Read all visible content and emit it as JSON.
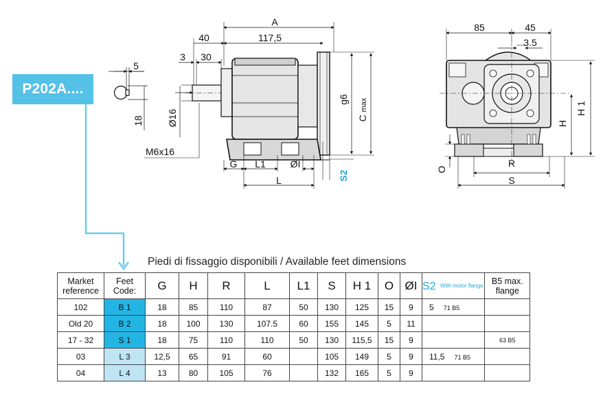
{
  "product_code": "P202A....",
  "table_title": "Piedi di fissaggio disponibili / Available feet dimensions",
  "accent_color": "#22b5e4",
  "light_accent_color": "#bfe5f5",
  "drawing_labels": {
    "A": "A",
    "d40": "40",
    "d117": "117,5",
    "d3": "3",
    "d30": "30",
    "d5": "5",
    "d18": "18",
    "d16": "Ø16",
    "m6": "M6x16",
    "g6": "g6",
    "cmax_c": "C",
    "cmax_max": "max",
    "G": "G",
    "L1": "L1",
    "phiI": "ØI",
    "L": "L",
    "S2": "S2",
    "d85": "85",
    "d45": "45",
    "d35": "3.5",
    "H1": "H 1",
    "H": "H",
    "O": "O",
    "R": "R",
    "S": "S"
  },
  "table": {
    "headers": {
      "market": "Market reference",
      "feet": "Feet Code:",
      "G": "G",
      "H": "H",
      "R": "R",
      "L": "L",
      "L1": "L1",
      "S": "S",
      "H1": "H 1",
      "O": "O",
      "phiI": "ØI",
      "S2": "S2",
      "S2_sub": "With motor flange",
      "B5": "B5 max. flange"
    },
    "rows": [
      {
        "market": "102",
        "feet": "B 1",
        "G": "18",
        "H": "85",
        "R": "110",
        "L": "87",
        "L1": "50",
        "S": "130",
        "H1": "125",
        "O": "15",
        "phiI": "9",
        "S2": "5",
        "S2_flange": "71 B5",
        "B5": ""
      },
      {
        "market": "Old  20",
        "feet": "B 2",
        "G": "18",
        "H": "100",
        "R": "130",
        "L": "107.5",
        "L1": "60",
        "S": "155",
        "H1": "145",
        "O": "5",
        "phiI": "11",
        "S2": "",
        "S2_flange": "",
        "B5": ""
      },
      {
        "market": "17 - 32",
        "feet": "S 1",
        "G": "18",
        "H": "75",
        "R": "110",
        "L": "110",
        "L1": "50",
        "S": "130",
        "H1": "115,5",
        "O": "15",
        "phiI": "9",
        "S2": "",
        "S2_flange": "",
        "B5": "63 B5"
      },
      {
        "market": "03",
        "feet": "L 3",
        "G": "12,5",
        "H": "65",
        "R": "91",
        "L": "60",
        "L1": "",
        "S": "105",
        "H1": "149",
        "O": "5",
        "phiI": "9",
        "S2": "11,5",
        "S2_flange": "71 B5",
        "B5": ""
      },
      {
        "market": "04",
        "feet": "L 4",
        "G": "13",
        "H": "80",
        "R": "105",
        "L": "76",
        "L1": "",
        "S": "132",
        "H1": "165",
        "O": "5",
        "phiI": "9",
        "S2": "",
        "S2_flange": "",
        "B5": ""
      }
    ]
  }
}
